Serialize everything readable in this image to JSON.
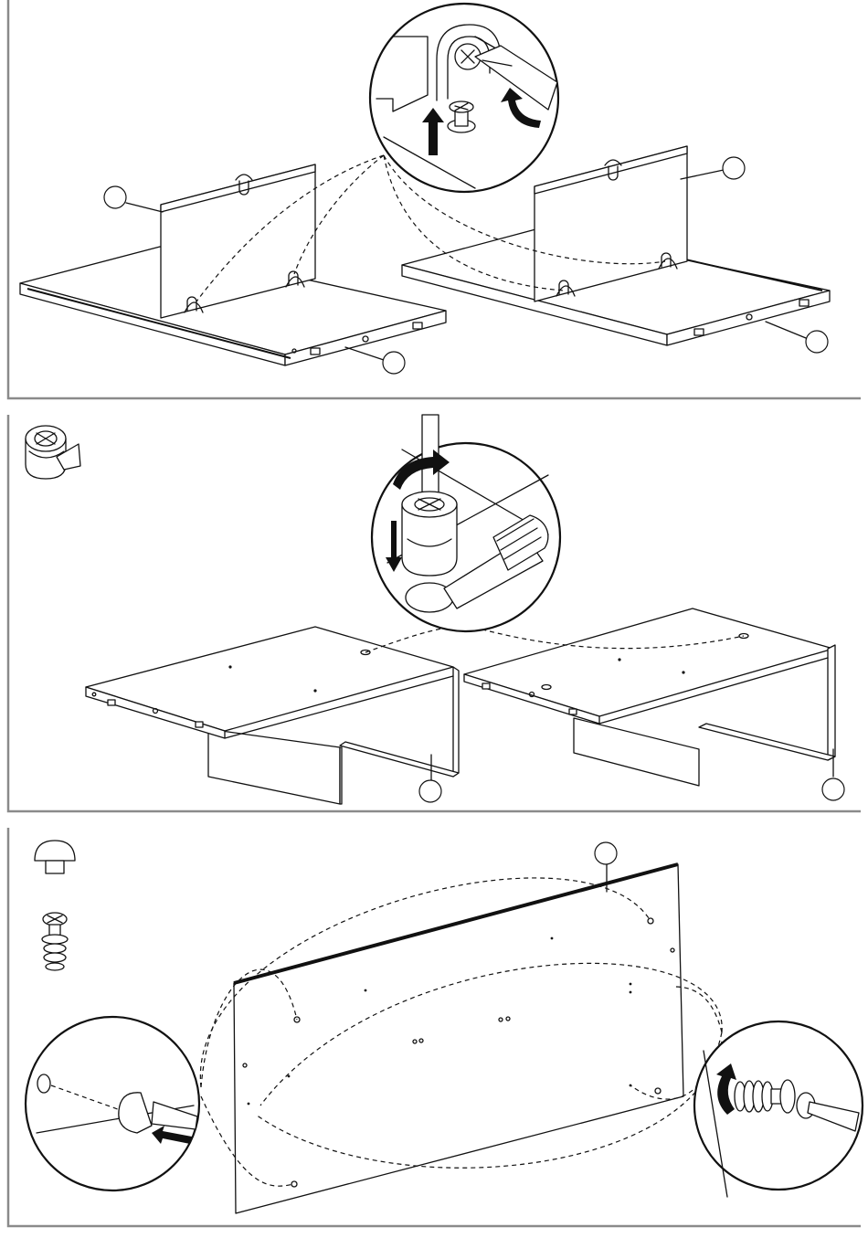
{
  "colors": {
    "line": "#111111",
    "frame": "#8a8a8a",
    "background": "#ffffff"
  },
  "steps": [
    {
      "id": 1,
      "description_icons": [
        "screwdriver-icon",
        "cam-bolt-icon"
      ]
    },
    {
      "id": 2,
      "description_icons": [
        "cam-lock-icon",
        "screwdriver-icon"
      ]
    },
    {
      "id": 3,
      "description_icons": [
        "plastic-cap-icon",
        "cam-dowel-icon",
        "screwdriver-icon"
      ]
    }
  ]
}
